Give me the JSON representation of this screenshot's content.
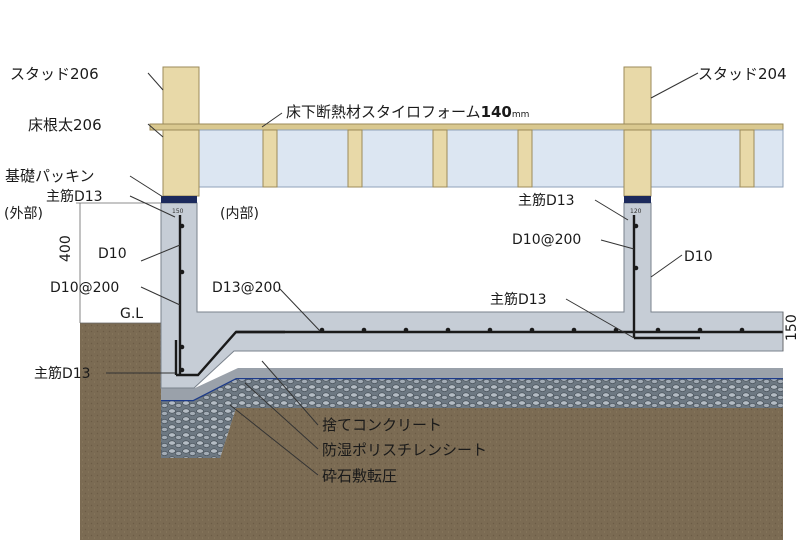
{
  "labels": {
    "stud206": "スタッド206",
    "stud204": "スタッド204",
    "floor_joist": "床根太206",
    "insulation": "床下断熱材スタイロフォーム",
    "insulation_thickness": "140",
    "insulation_unit": "mm",
    "packing": "基礎パッキン",
    "main_bar_left_top": "主筋D13",
    "exterior": "(外部)",
    "interior": "(内部)",
    "main_bar_right_top": "主筋D13",
    "d10_200_right": "D10@200",
    "d10_right": "D10",
    "d10_left": "D10",
    "d10_200_left": "D10@200",
    "d13_200": "D13@200",
    "main_bar_mid": "主筋D13",
    "gl": "G.L",
    "main_bar_bottom": "主筋D13",
    "blinding": "捨てコンクリート",
    "vapor_sheet": "防湿ポリスチレンシート",
    "gravel": "砕石敷転圧"
  },
  "dimensions": {
    "wall_height": "400",
    "slab_thickness": "150",
    "left_wall_width": "150",
    "right_wall_width": "120"
  },
  "colors": {
    "concrete": "#c6cdd6",
    "soil": "#7a6a52",
    "timber": "#e8d9a8",
    "insulation": "#dce6f2",
    "packing": "#1c2a5c",
    "gravel": "#8c96a0"
  }
}
